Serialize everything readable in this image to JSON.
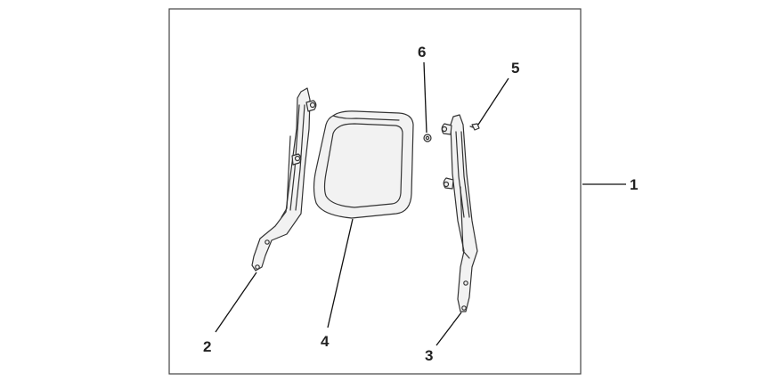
{
  "callouts": {
    "c1": "1",
    "c2": "2",
    "c3": "3",
    "c4": "4",
    "c5": "5",
    "c6": "6"
  },
  "parts": {
    "p1": "backrest-kit-assembly",
    "p2": "left-backrest-stay",
    "p3": "right-backrest-stay",
    "p4": "backrest-pad",
    "p5": "bolt",
    "p6": "nut"
  }
}
